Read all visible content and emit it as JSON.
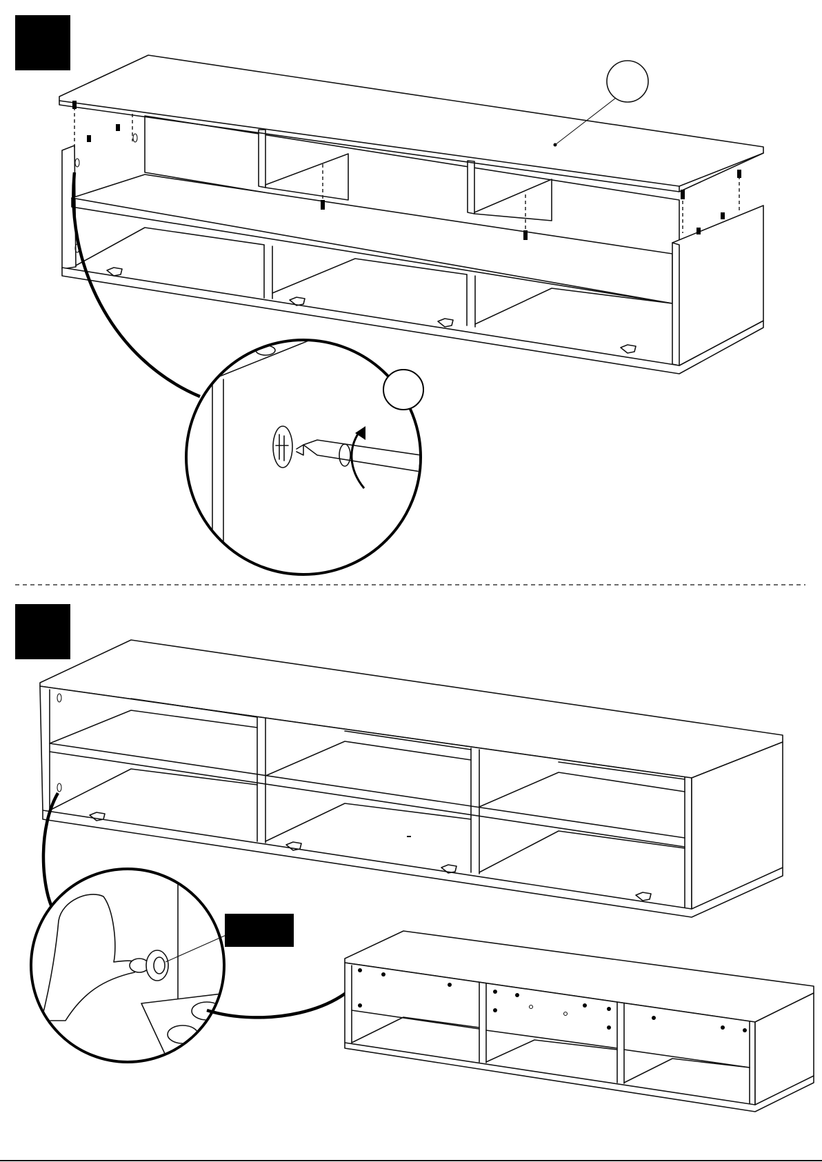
{
  "document": {
    "step_1": {
      "badge": "",
      "callout_part": "",
      "callout_tool": ""
    },
    "step_2": {
      "badge": "",
      "callout_part_label": ""
    }
  },
  "colors": {
    "ink": "#111111",
    "paper": "#ffffff"
  },
  "icons": [
    "top-panel",
    "cam-lock",
    "screwdriver",
    "rotate-arrow",
    "cabinet",
    "hand",
    "felt-pad"
  ]
}
